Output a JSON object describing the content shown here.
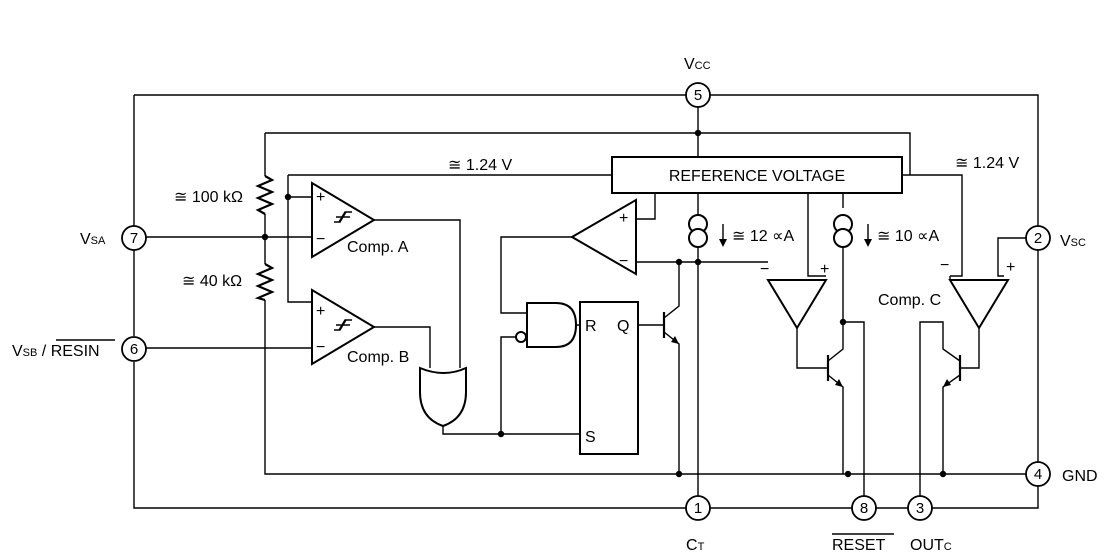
{
  "pins": {
    "p5": {
      "num": "5",
      "name": "V",
      "sub": "CC"
    },
    "p7": {
      "num": "7",
      "name": "V",
      "sub": "SA"
    },
    "p6": {
      "num": "6",
      "name": "V",
      "sub": "SB",
      "suffix": " / RESIN"
    },
    "p2": {
      "num": "2",
      "name": "V",
      "sub": "SC"
    },
    "p4": {
      "num": "4",
      "name": "GND"
    },
    "p1": {
      "num": "1",
      "name": "C",
      "sub": "T"
    },
    "p8": {
      "num": "8",
      "name": "RESET"
    },
    "p3": {
      "num": "3",
      "name": "OUT",
      "sub": "C"
    }
  },
  "blocks": {
    "reference": "REFERENCE VOLTAGE",
    "comp_a": "Comp. A",
    "comp_b": "Comp. B",
    "comp_c": "Comp. C",
    "ff_r": "R",
    "ff_s": "S",
    "ff_q": "Q"
  },
  "values": {
    "ref_left": "≅ 1.24 V",
    "ref_right": "≅ 1.24 V",
    "r_top": "≅ 100 kΩ",
    "r_bottom": "≅ 40 kΩ",
    "i1": "≅ 12 ∝A",
    "i2": "≅ 10 ∝A"
  },
  "signs": {
    "plus": "+",
    "minus": "−"
  }
}
